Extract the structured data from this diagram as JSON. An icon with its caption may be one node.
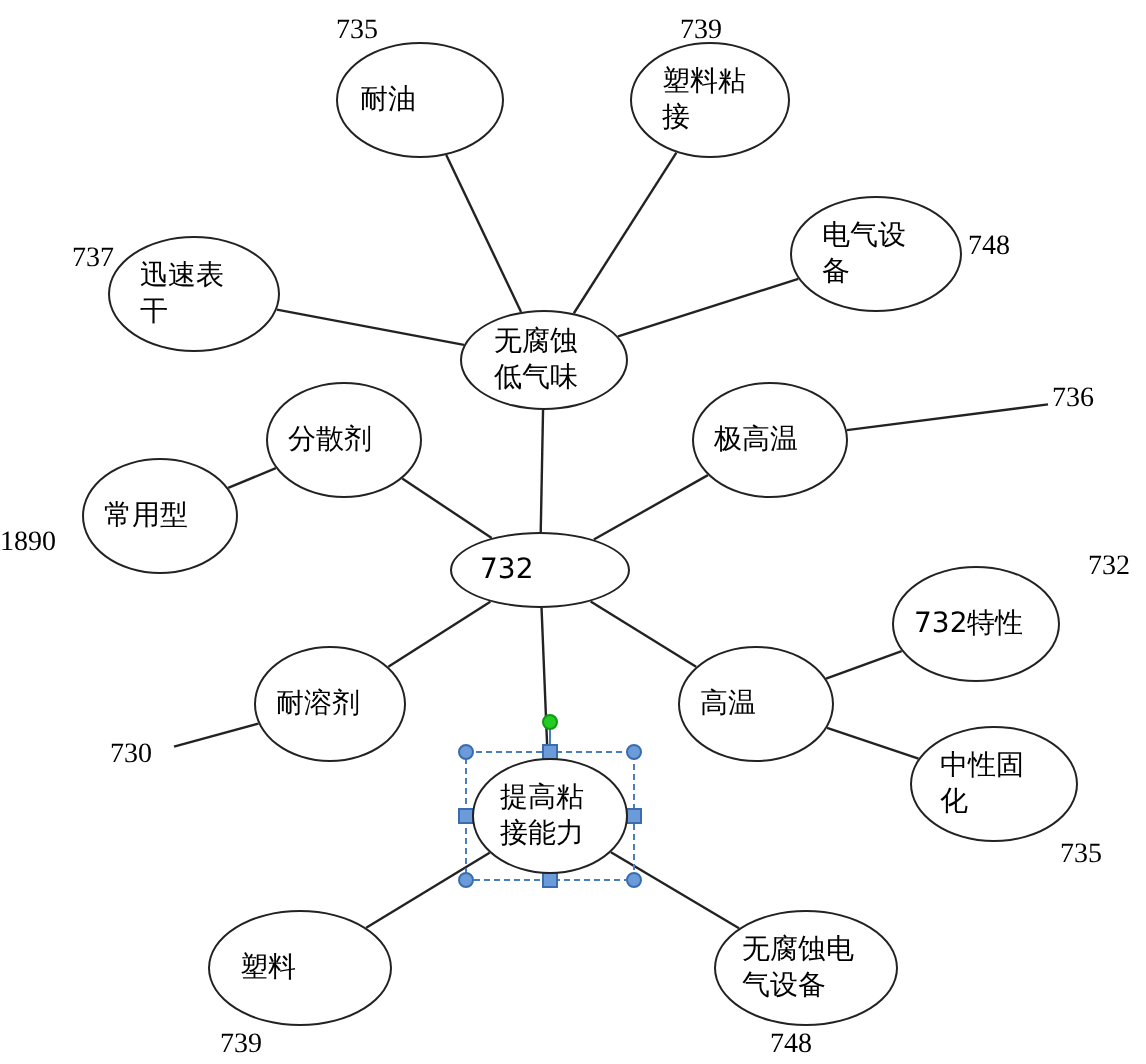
{
  "diagram": {
    "nodes": [
      {
        "text": [
          "732"
        ]
      },
      {
        "text": [
          "无腐蚀低气味"
        ]
      },
      {
        "text": [
          "耐油"
        ],
        "beside": [
          "735"
        ]
      },
      {
        "text": [
          "塑料粘接"
        ],
        "beside": [
          "739"
        ]
      },
      {
        "text": [
          "迅速表干"
        ],
        "beside": [
          "737"
        ]
      },
      {
        "text": [
          "电气设备"
        ],
        "beside": [
          "748"
        ]
      },
      {
        "text": [
          "分散剂"
        ]
      },
      {
        "text": [
          "常用型"
        ],
        "beside": [
          "1890"
        ]
      },
      {
        "text": [
          "极高温"
        ]
      },
      {
        "text": [
          "732特性"
        ],
        "beside": [
          "732"
        ]
      },
      {
        "text": [
          "耐溶剂"
        ]
      },
      {
        "text": [
          "高温"
        ]
      },
      {
        "text": [
          "中性固化"
        ],
        "beside": [
          "735"
        ]
      },
      {
        "text": [
          "提高粘接能力"
        ]
      },
      {
        "text": [
          "塑料"
        ],
        "beside": [
          "739"
        ]
      },
      {
        "text": [
          "无腐蚀电气设备"
        ],
        "beside": [
          "748"
        ]
      },
      {
        "text": [
          "736"
        ]
      },
      {
        "text": [
          "730"
        ]
      }
    ],
    "edges": [
      {
        "from": 1,
        "to": 2,
        "arrow": "none"
      },
      {
        "from": 1,
        "to": 3,
        "arrow": "none"
      },
      {
        "from": 1,
        "to": 4,
        "arrow": "none"
      },
      {
        "from": 1,
        "to": 5,
        "arrow": "none"
      },
      {
        "from": 1,
        "to": 0,
        "arrow": "none"
      },
      {
        "from": 0,
        "to": 6,
        "arrow": "none"
      },
      {
        "from": 6,
        "to": 7,
        "arrow": "none"
      },
      {
        "from": 0,
        "to": 8,
        "arrow": "none"
      },
      {
        "from": 8,
        "to": 16,
        "arrow": "none"
      },
      {
        "from": 0,
        "to": 11,
        "arrow": "none"
      },
      {
        "from": 11,
        "to": 9,
        "arrow": "none"
      },
      {
        "from": 11,
        "to": 12,
        "arrow": "none"
      },
      {
        "from": 10,
        "to": 0,
        "arrow": "none"
      },
      {
        "from": 10,
        "to": 17,
        "arrow": "none"
      },
      {
        "from": 13,
        "to": 0,
        "arrow": "none"
      },
      {
        "from": 13,
        "to": 14,
        "arrow": "none"
      },
      {
        "from": 13,
        "to": 15,
        "arrow": "none"
      }
    ]
  }
}
